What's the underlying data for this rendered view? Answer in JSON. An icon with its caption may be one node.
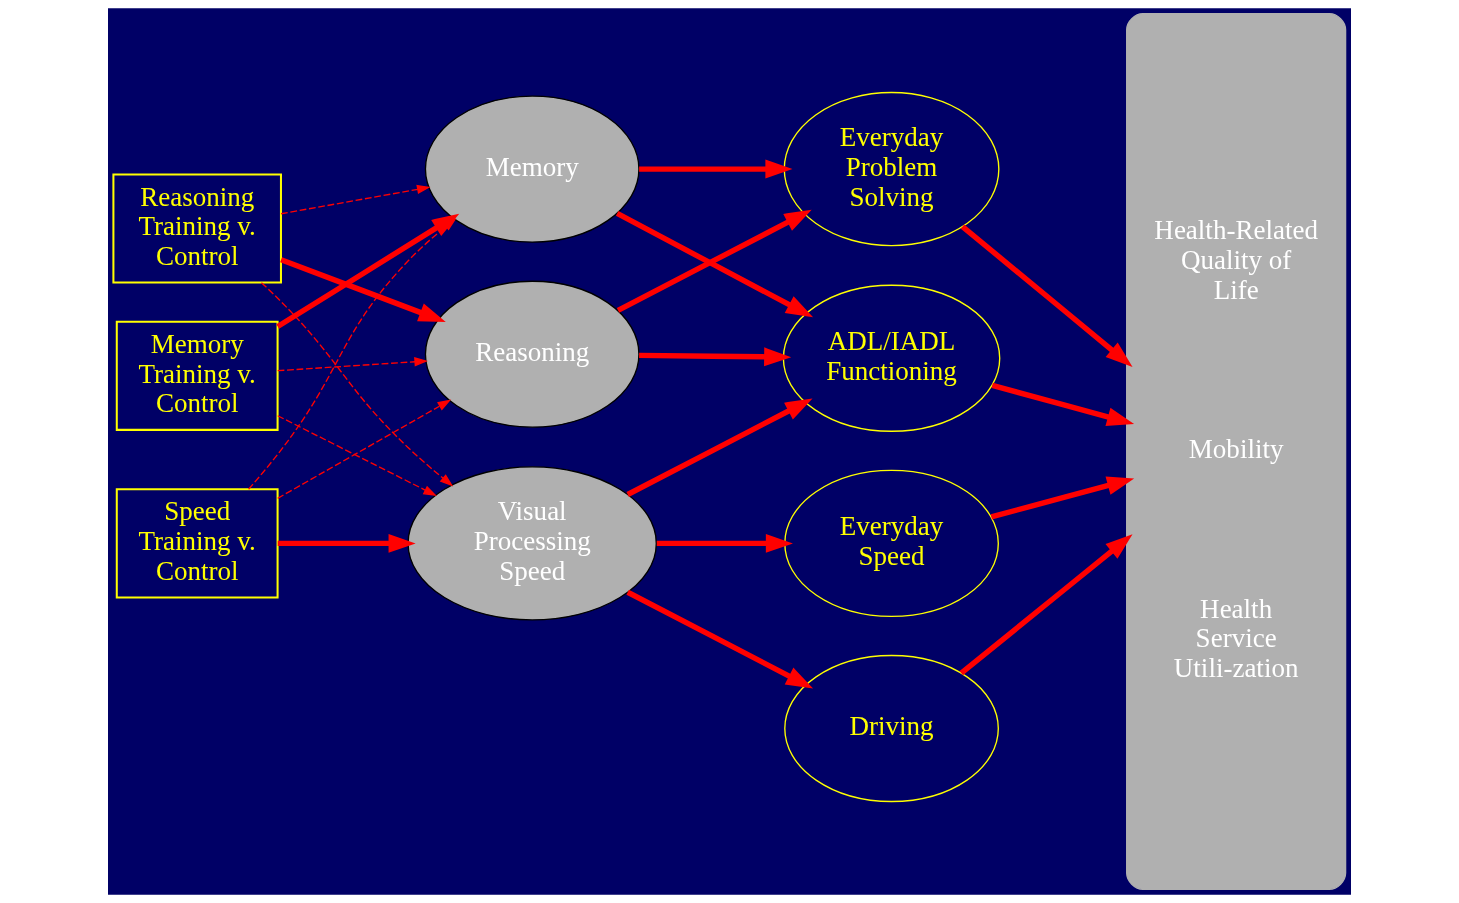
{
  "diagram": {
    "nodes": [
      {
        "text": [
          "Reasoning Training v. Control"
        ]
      },
      {
        "text": [
          "Memory Training v. Control"
        ]
      },
      {
        "text": [
          "Speed Training v. Control"
        ]
      },
      {
        "text": [
          "Reasoning"
        ]
      },
      {
        "text": [
          "Memory"
        ]
      },
      {
        "text": [
          "Visual Processing Speed"
        ]
      },
      {
        "text": [
          "Everyday Problem Solving"
        ]
      },
      {
        "text": [
          "ADL/IADL Functioning"
        ]
      },
      {
        "text": [
          "Everyday Speed"
        ]
      },
      {
        "text": [
          "Driving"
        ]
      },
      {
        "text": [
          "Health-Related Quality of Life",
          "Mobility",
          "Health Service Utili-zation"
        ]
      }
    ],
    "edges": [
      {
        "from": 0,
        "to": 3,
        "arrow": "to"
      },
      {
        "from": 0,
        "to": 4,
        "arrow": "to",
        "style": "dashed"
      },
      {
        "from": 0,
        "to": 5,
        "arrow": "to",
        "style": "dashed"
      },
      {
        "from": 1,
        "to": 3,
        "arrow": "to",
        "style": "dashed"
      },
      {
        "from": 1,
        "to": 4,
        "arrow": "to"
      },
      {
        "from": 1,
        "to": 5,
        "arrow": "to",
        "style": "dashed"
      },
      {
        "from": 2,
        "to": 3,
        "arrow": "to",
        "style": "dashed"
      },
      {
        "from": 2,
        "to": 4,
        "arrow": "to",
        "style": "dashed"
      },
      {
        "from": 2,
        "to": 5,
        "arrow": "to"
      },
      {
        "from": 3,
        "to": 6,
        "arrow": "to"
      },
      {
        "from": 3,
        "to": 7,
        "arrow": "to"
      },
      {
        "from": 4,
        "to": 6,
        "arrow": "to"
      },
      {
        "from": 4,
        "to": 7,
        "arrow": "to"
      },
      {
        "from": 5,
        "to": 7,
        "arrow": "to"
      },
      {
        "from": 5,
        "to": 8,
        "arrow": "to"
      },
      {
        "from": 5,
        "to": 9,
        "arrow": "to"
      },
      {
        "from": 6,
        "to": 10,
        "arrow": "to"
      },
      {
        "from": 7,
        "to": 10,
        "arrow": "to"
      },
      {
        "from": 8,
        "to": 10,
        "arrow": "to"
      },
      {
        "from": 9,
        "to": 10,
        "arrow": "to"
      }
    ]
  }
}
